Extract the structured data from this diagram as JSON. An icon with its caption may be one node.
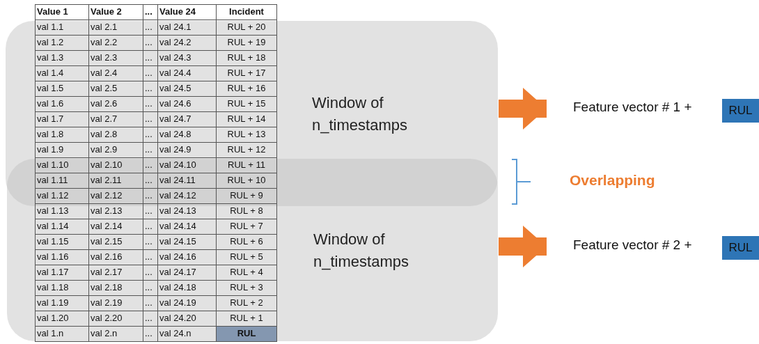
{
  "diagram": {
    "nodes": [
      {
        "text": [
          "Window of n_timestamps"
        ]
      },
      {
        "text": [
          "Feature vector # 1 +"
        ]
      },
      {
        "text": [
          "RUL"
        ]
      },
      {
        "text": [
          "Window of n_timestamps"
        ]
      },
      {
        "text": [
          "Feature vector # 2 +"
        ]
      },
      {
        "text": [
          "RUL"
        ]
      }
    ],
    "edges": [
      {
        "from": 0,
        "to": 1,
        "arrow": "to"
      },
      {
        "from": 3,
        "to": 4,
        "arrow": "to"
      }
    ],
    "labels": [
      "Value 1",
      "Value 2",
      "...",
      "Value 24",
      "Incident",
      "val 1.1",
      "val 2.1",
      "...",
      "val 24.1",
      "RUL + 20",
      "val 1.2",
      "val 2.2",
      "...",
      "val 24.2",
      "RUL + 19",
      "val 1.3",
      "val 2.3",
      "...",
      "val 24.3",
      "RUL + 18",
      "val 1.4",
      "val 2.4",
      "...",
      "val 24.4",
      "RUL + 17",
      "val 1.5",
      "val 2.5",
      "...",
      "val 24.5",
      "RUL + 16",
      "val 1.6",
      "val 2.6",
      "...",
      "val 24.6",
      "RUL + 15",
      "val 1.7",
      "val 2.7",
      "...",
      "val 24.7",
      "RUL + 14",
      "val 1.8",
      "val 2.8",
      "...",
      "val 24.8",
      "RUL + 13",
      "val 1.9",
      "val 2.9",
      "...",
      "val 24.9",
      "RUL + 12",
      "val 1.10",
      "val 2.10",
      "...",
      "val 24.10",
      "RUL + 11",
      "val 1.11",
      "val 2.11",
      "...",
      "val 24.11",
      "RUL + 10",
      "val 1.12",
      "val 2.12",
      "...",
      "val 24.12",
      "RUL + 9",
      "val 1.13",
      "val 2.13",
      "...",
      "val 24.13",
      "RUL + 8",
      "val 1.14",
      "val 2.14",
      "...",
      "val 24.14",
      "RUL + 7",
      "val 1.15",
      "val 2.15",
      "...",
      "val 24.15",
      "RUL + 6",
      "val 1.16",
      "val 2.16",
      "...",
      "val 24.16",
      "RUL + 5",
      "val 1.17",
      "val 2.17",
      "...",
      "val 24.17",
      "RUL + 4",
      "val 1.18",
      "val 2.18",
      "...",
      "val 24.18",
      "RUL + 3",
      "val 1.19",
      "val 2.19",
      "...",
      "val 24.19",
      "RUL + 2",
      "val 1.20",
      "val 2.20",
      "...",
      "val 24.20",
      "RUL + 1",
      "val 1.n",
      "val 2.n",
      "...",
      "val 24.n",
      "RUL",
      "Overlapping"
    ]
  }
}
